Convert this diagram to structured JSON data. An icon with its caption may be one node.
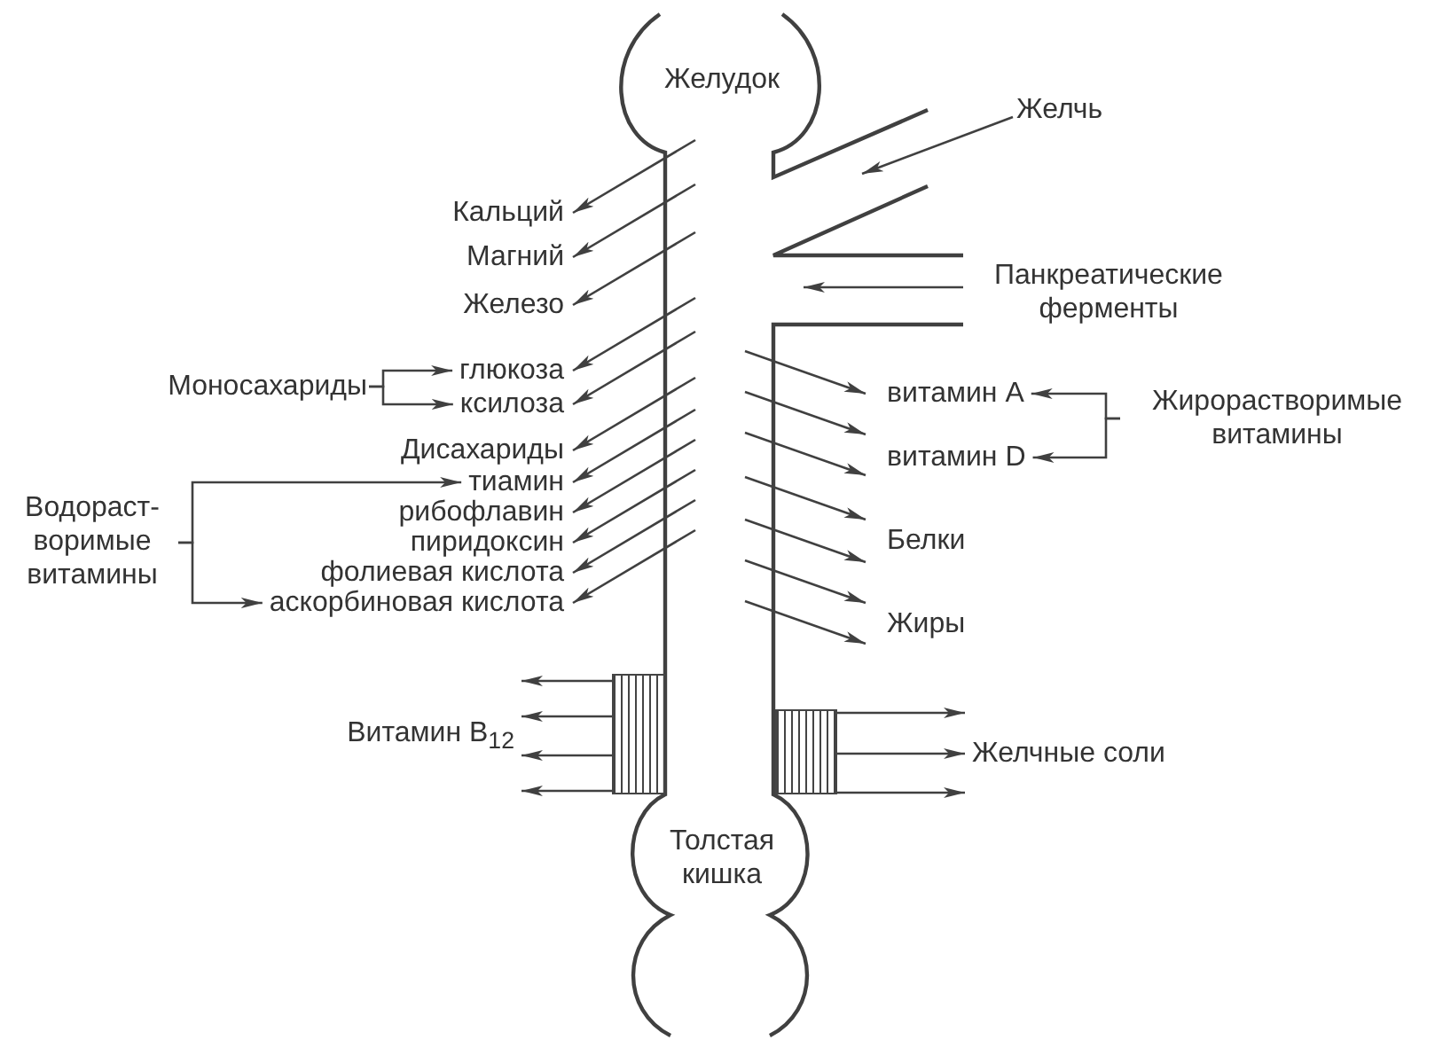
{
  "diagram": {
    "nodes": [
      {
        "text": [
          "Кальций"
        ]
      },
      {
        "text": [
          "Магний"
        ]
      },
      {
        "text": [
          "Железо"
        ]
      },
      {
        "text": [
          "Моносахариды"
        ]
      },
      {
        "text": [
          "глюкоза"
        ]
      },
      {
        "text": [
          "ксилоза"
        ]
      },
      {
        "text": [
          "Дисахариды"
        ]
      },
      {
        "text": [
          "Водораст- воримые витамины"
        ]
      },
      {
        "text": [
          "тиамин"
        ]
      },
      {
        "text": [
          "рибофлавин"
        ]
      },
      {
        "text": [
          "пиридоксин"
        ]
      },
      {
        "text": [
          "фолиевая кислота"
        ]
      },
      {
        "text": [
          "аскорбиновая кислота"
        ]
      },
      {
        "text": [
          "Витамин B$_{12}$"
        ]
      },
      {
        "text": [],
        "shape": "box"
      },
      {
        "text": [
          "Желчь"
        ]
      },
      {
        "text": [
          "Панкреатические ферменты"
        ]
      },
      {
        "text": [
          "витамин A"
        ]
      },
      {
        "text": [
          "витамин D"
        ]
      },
      {
        "text": [
          "Жирорастворимые витамины"
        ]
      },
      {
        "text": [
          "Белки"
        ]
      },
      {
        "text": [
          "Жиры"
        ]
      },
      {
        "text": [],
        "shape": "box"
      },
      {
        "text": [
          "Желчные соли"
        ]
      }
    ],
    "edges": [
      {
        "from": null,
        "to": 0,
        "arrow": "to"
      },
      {
        "from": null,
        "to": 1,
        "arrow": "to"
      },
      {
        "from": null,
        "to": 2,
        "arrow": "to"
      },
      {
        "from": null,
        "to": 4,
        "arrow": "to"
      },
      {
        "from": null,
        "to": 5,
        "arrow": "to"
      },
      {
        "from": null,
        "to": 6,
        "arrow": "to"
      },
      {
        "from": null,
        "to": 8,
        "arrow": "to"
      },
      {
        "from": null,
        "to": 9,
        "arrow": "to"
      },
      {
        "from": null,
        "to": 10,
        "arrow": "to"
      },
      {
        "from": null,
        "to": 11,
        "arrow": "to"
      },
      {
        "from": null,
        "to": 12,
        "arrow": "to"
      },
      {
        "from": 3,
        "to": 4,
        "arrow": "to"
      },
      {
        "from": 3,
        "to": 5,
        "arrow": "to"
      },
      {
        "from": 7,
        "to": 8,
        "arrow": "to"
      },
      {
        "from": 7,
        "to": 12,
        "arrow": "to"
      },
      {
        "from": 14,
        "to": 13,
        "arrow": "to"
      },
      {
        "from": 14,
        "to": 13,
        "arrow": "to"
      },
      {
        "from": 14,
        "to": 13,
        "arrow": "to"
      },
      {
        "from": 14,
        "to": 13,
        "arrow": "to"
      },
      {
        "from": 15,
        "to": null,
        "arrow": "to"
      },
      {
        "from": 16,
        "to": null,
        "arrow": "to"
      },
      {
        "from": null,
        "to": 17,
        "arrow": "to"
      },
      {
        "from": null,
        "to": 18,
        "arrow": "to"
      },
      {
        "from": null,
        "to": 18,
        "arrow": "to"
      },
      {
        "from": null,
        "to": 20,
        "arrow": "to"
      },
      {
        "from": null,
        "to": 20,
        "arrow": "to"
      },
      {
        "from": null,
        "to": 21,
        "arrow": "to"
      },
      {
        "from": null,
        "to": 21,
        "arrow": "to"
      },
      {
        "from": 19,
        "to": 17,
        "arrow": "to"
      },
      {
        "from": 19,
        "to": 18,
        "arrow": "to"
      },
      {
        "from": 22,
        "to": 23,
        "arrow": "to"
      },
      {
        "from": 22,
        "to": 23,
        "arrow": "to"
      },
      {
        "from": 22,
        "to": 23,
        "arrow": "to"
      }
    ],
    "labels": [
      "Желудок",
      "Толстая кишка"
    ]
  }
}
